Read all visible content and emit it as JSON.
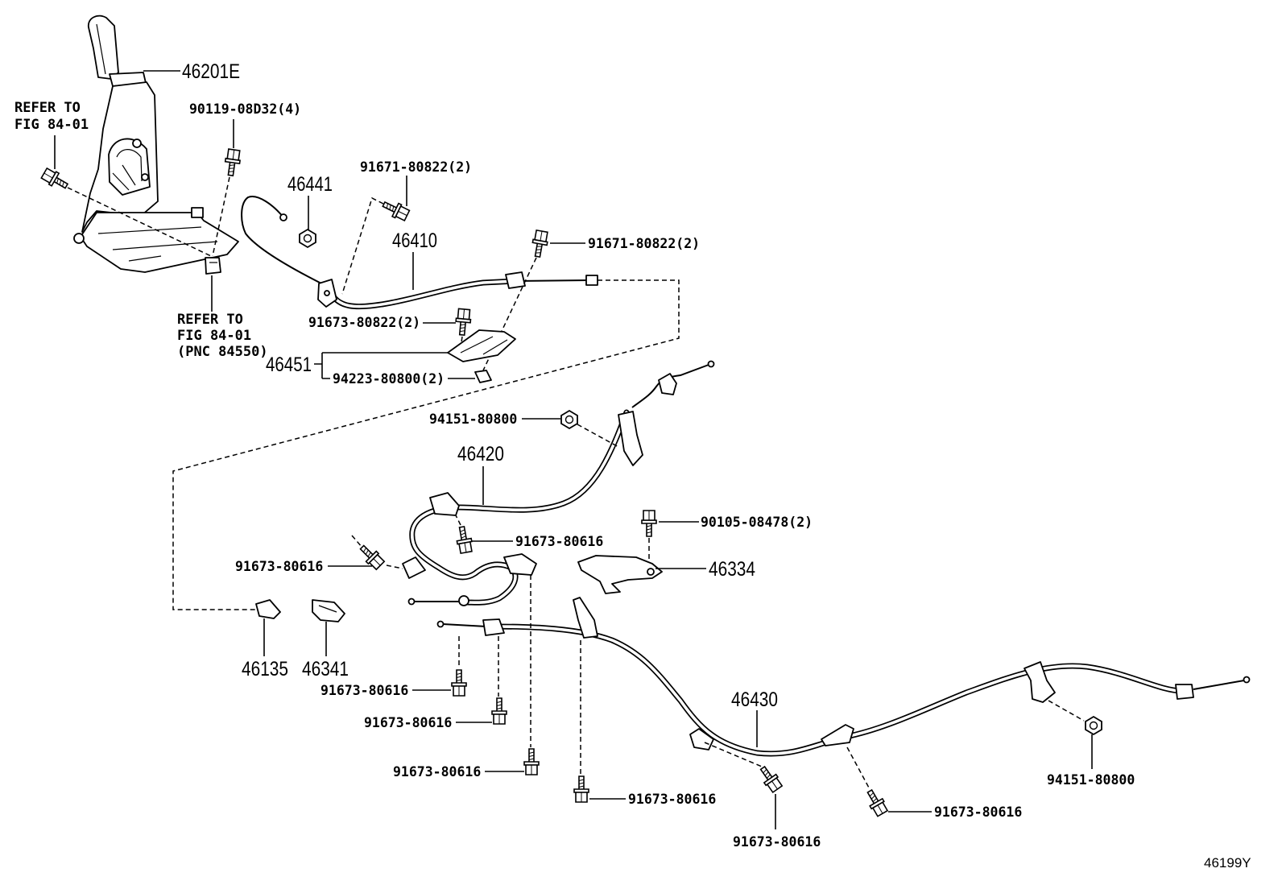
{
  "labels": {
    "p46201E": "46201E",
    "refer_a": {
      "line1": "REFER TO",
      "line2": "FIG 84-01"
    },
    "p90119": "90119-08D32(4)",
    "p91671_a": "91671-80822(2)",
    "p46441": "46441",
    "p46410": "46410",
    "p91671_b": "91671-80822(2)",
    "refer_b": {
      "line1": "REFER TO",
      "line2": "FIG 84-01",
      "line3": "(PNC 84550)"
    },
    "p91673_80822": "91673-80822(2)",
    "p46451": "46451",
    "p94223": "94223-80800(2)",
    "p94151_a": "94151-80800",
    "p46420": "46420",
    "p90105": "90105-08478(2)",
    "p91673_a": "91673-80616",
    "p91673_b": "91673-80616",
    "p46334": "46334",
    "p46135": "46135",
    "p46341": "46341",
    "p91673_c": "91673-80616",
    "p91673_d": "91673-80616",
    "p46430": "46430",
    "p91673_e": "91673-80616",
    "p91673_f": "91673-80616",
    "p91673_g": "91673-80616",
    "p94151_b": "94151-80800",
    "p91673_h": "91673-80616",
    "figure_code": "46199Y"
  },
  "icons": {
    "bolt": "hex-flange-bolt",
    "nut": "hex-nut"
  }
}
